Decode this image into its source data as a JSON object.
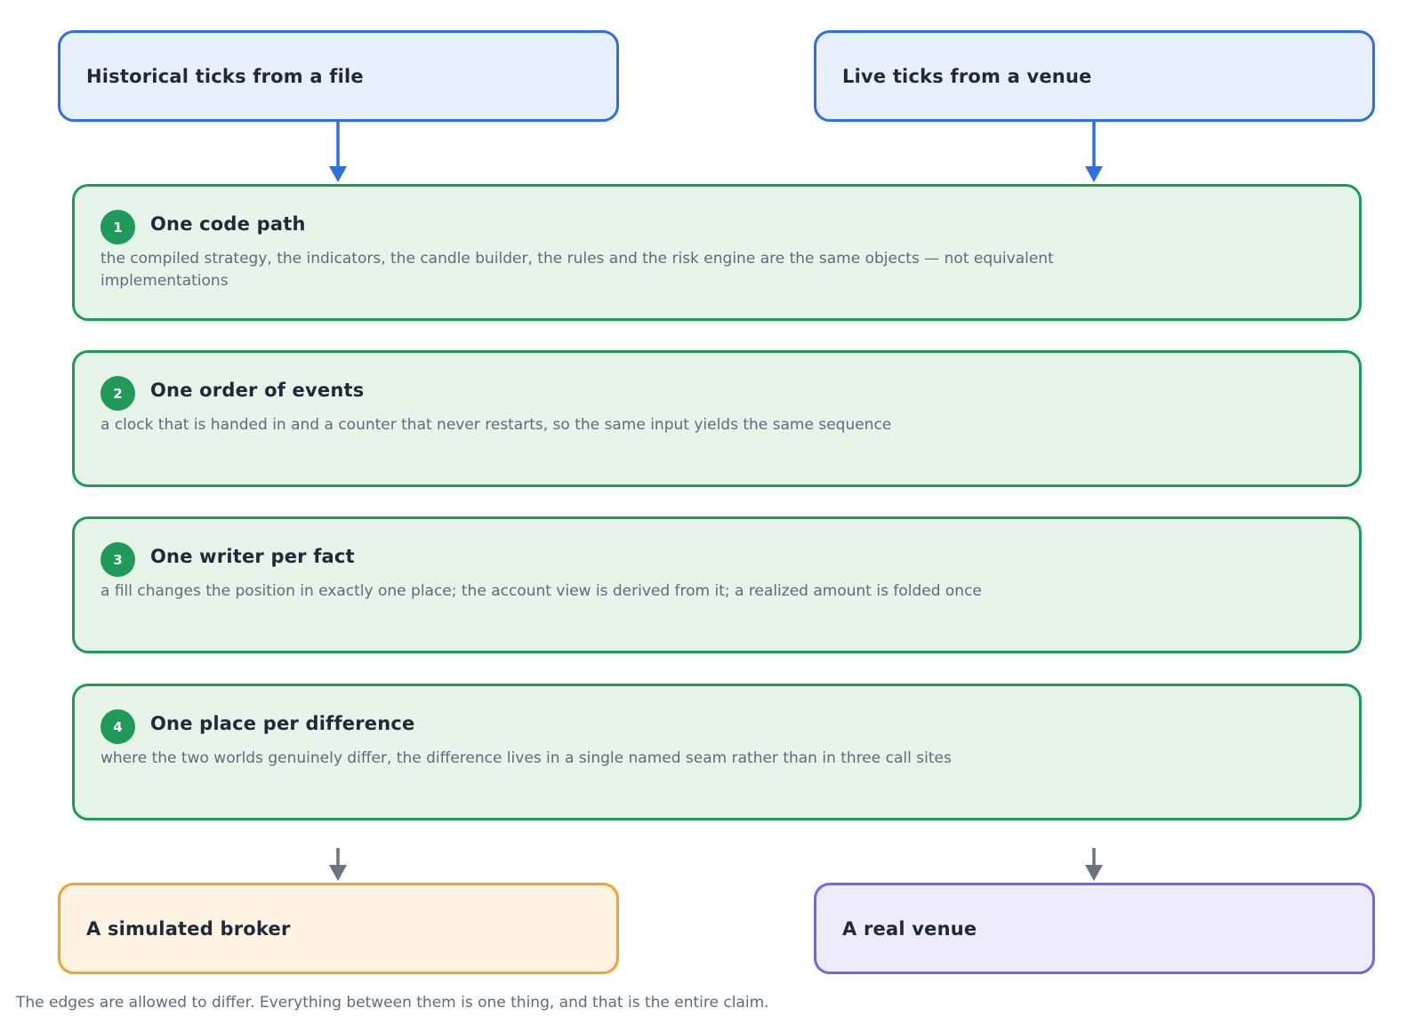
{
  "sources": {
    "historical": "Historical ticks from a file",
    "live": "Live ticks from a venue"
  },
  "principles": [
    {
      "number": "1",
      "title": "One code path",
      "description": "the compiled strategy, the indicators, the candle builder, the rules and the risk engine are the same objects — not equivalent implementations"
    },
    {
      "number": "2",
      "title": "One order of events",
      "description": "a clock that is handed in and a counter that never restarts, so the same input yields the same sequence"
    },
    {
      "number": "3",
      "title": "One writer per fact",
      "description": "a fill changes the position in exactly one place; the account view is derived from it; a realized amount is folded once"
    },
    {
      "number": "4",
      "title": "One place per difference",
      "description": "where the two worlds genuinely differ, the difference lives in a single named seam rather than in three call sites"
    }
  ],
  "destinations": {
    "simulated": "A simulated broker",
    "real": "A real venue"
  },
  "caption": "The edges are allowed to differ. Everything between them is one thing, and that is the entire claim.",
  "colors": {
    "source_border": "#2f6fe4",
    "source_fill": "#e8f0fd",
    "core_border": "#209a58",
    "core_fill": "#e6f4ea",
    "simulated_border": "#f3a22e",
    "simulated_fill": "#fff3e4",
    "real_border": "#7b5ff0",
    "real_fill": "#eeebfd",
    "source_arrow": "#2f6fe4",
    "output_arrow": "#6b7280"
  }
}
